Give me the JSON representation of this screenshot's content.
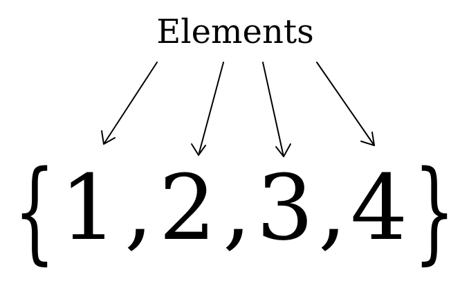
{
  "label": "Elements",
  "open_brace": "{",
  "close_brace": "}",
  "separator": ",",
  "elements": [
    "1",
    "2",
    "3",
    "4"
  ],
  "colors": {
    "ink": "#000000",
    "background": "#ffffff"
  }
}
